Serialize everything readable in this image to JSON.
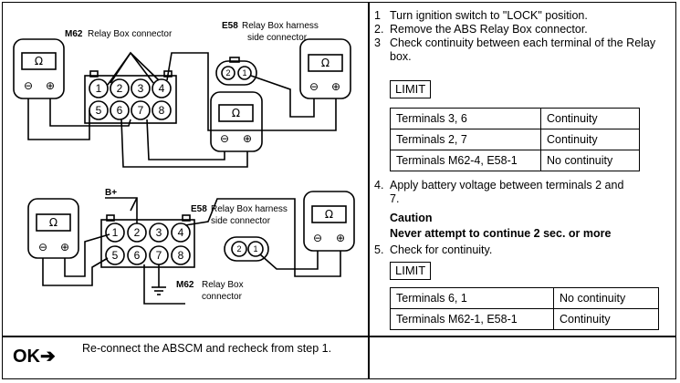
{
  "diagram": {
    "top": {
      "m62_code": "M62",
      "m62_label": "Relay Box connector",
      "e58_code": "E58",
      "e58_label_1": "Relay Box harness",
      "e58_label_2": "side connector",
      "ohm": "Ω",
      "neg": "⊖",
      "pos": "⊕",
      "pins": [
        "1",
        "2",
        "3",
        "4",
        "5",
        "6",
        "7",
        "8"
      ],
      "e58_pins": [
        "2",
        "1"
      ]
    },
    "bottom": {
      "b_plus": "B+",
      "m62_code": "M62",
      "m62_label_1": "Relay Box",
      "m62_label_2": "connector",
      "e58_code": "E58",
      "e58_label_1": "Relay Box harness",
      "e58_label_2": "side connector",
      "ohm": "Ω",
      "neg": "⊖",
      "pos": "⊕",
      "pins": [
        "1",
        "2",
        "3",
        "4",
        "5",
        "6",
        "7",
        "8"
      ],
      "e58_pins": [
        "2",
        "1"
      ]
    }
  },
  "steps": {
    "s1_num": "1",
    "s1_text": "Turn ignition switch to \"LOCK\" position.",
    "s2_num": "2.",
    "s2_text": "Remove the ABS Relay Box connector.",
    "s3_num": "3",
    "s3_text": "Check continuity between each terminal of the Relay box.",
    "limit1": "LIMIT",
    "table1": [
      [
        "Terminals 3, 6",
        "Continuity"
      ],
      [
        "Terminals 2, 7",
        "Continuity"
      ],
      [
        "Terminals M62-4, E58-1",
        "No continuity"
      ]
    ],
    "s4_num": "4.",
    "s4_text": "Apply battery voltage between terminals 2 and 7.",
    "caution_label": "Caution",
    "caution_text": "Never attempt to continue 2 sec. or more",
    "s5_num": "5.",
    "s5_text": "Check for continuity.",
    "limit2": "LIMIT",
    "table2": [
      [
        "Terminals 6, 1",
        "No continuity"
      ],
      [
        "Terminals M62-1, E58-1",
        "Continuity"
      ]
    ]
  },
  "footer": {
    "ok_label": "OK➔",
    "ok_text": "Re-connect the ABSCM and recheck from step 1."
  }
}
